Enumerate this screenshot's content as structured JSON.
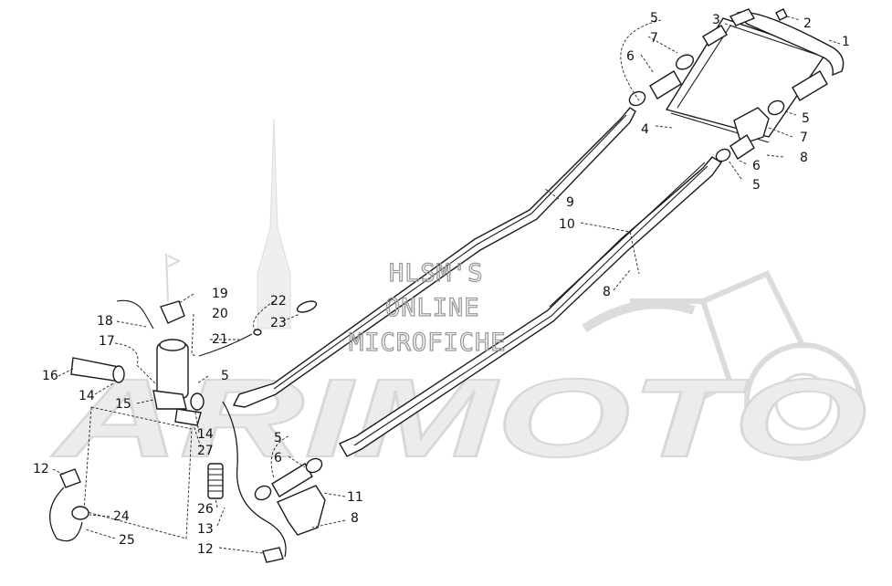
{
  "watermark": {
    "line1": "HLSM'S",
    "line2": "ONLINE",
    "line3": "MICROFICHE",
    "logo": "ARIMOTO"
  },
  "callouts": [
    {
      "id": "c1",
      "label": "1"
    },
    {
      "id": "c2",
      "label": "2"
    },
    {
      "id": "c3",
      "label": "3"
    },
    {
      "id": "c4",
      "label": "4"
    },
    {
      "id": "c5a",
      "label": "5"
    },
    {
      "id": "c7a",
      "label": "7"
    },
    {
      "id": "c6a",
      "label": "6"
    },
    {
      "id": "c5b",
      "label": "5"
    },
    {
      "id": "c7b",
      "label": "7"
    },
    {
      "id": "c6b",
      "label": "6"
    },
    {
      "id": "c8a",
      "label": "8"
    },
    {
      "id": "c5c",
      "label": "5"
    },
    {
      "id": "c9",
      "label": "9"
    },
    {
      "id": "c10",
      "label": "10"
    },
    {
      "id": "c8b",
      "label": "8"
    },
    {
      "id": "c19",
      "label": "19"
    },
    {
      "id": "c22",
      "label": "22"
    },
    {
      "id": "c18",
      "label": "18"
    },
    {
      "id": "c20",
      "label": "20"
    },
    {
      "id": "c23",
      "label": "23"
    },
    {
      "id": "c17",
      "label": "17"
    },
    {
      "id": "c21",
      "label": "21"
    },
    {
      "id": "c16",
      "label": "16"
    },
    {
      "id": "c5d",
      "label": "5"
    },
    {
      "id": "c14a",
      "label": "14"
    },
    {
      "id": "c15",
      "label": "15"
    },
    {
      "id": "c14b",
      "label": "14"
    },
    {
      "id": "c27",
      "label": "27"
    },
    {
      "id": "c5e",
      "label": "5"
    },
    {
      "id": "c6c",
      "label": "6"
    },
    {
      "id": "c12a",
      "label": "12"
    },
    {
      "id": "c11",
      "label": "11"
    },
    {
      "id": "c26",
      "label": "26"
    },
    {
      "id": "c24",
      "label": "24"
    },
    {
      "id": "c8c",
      "label": "8"
    },
    {
      "id": "c13",
      "label": "13"
    },
    {
      "id": "c25",
      "label": "25"
    },
    {
      "id": "c12b",
      "label": "12"
    }
  ]
}
